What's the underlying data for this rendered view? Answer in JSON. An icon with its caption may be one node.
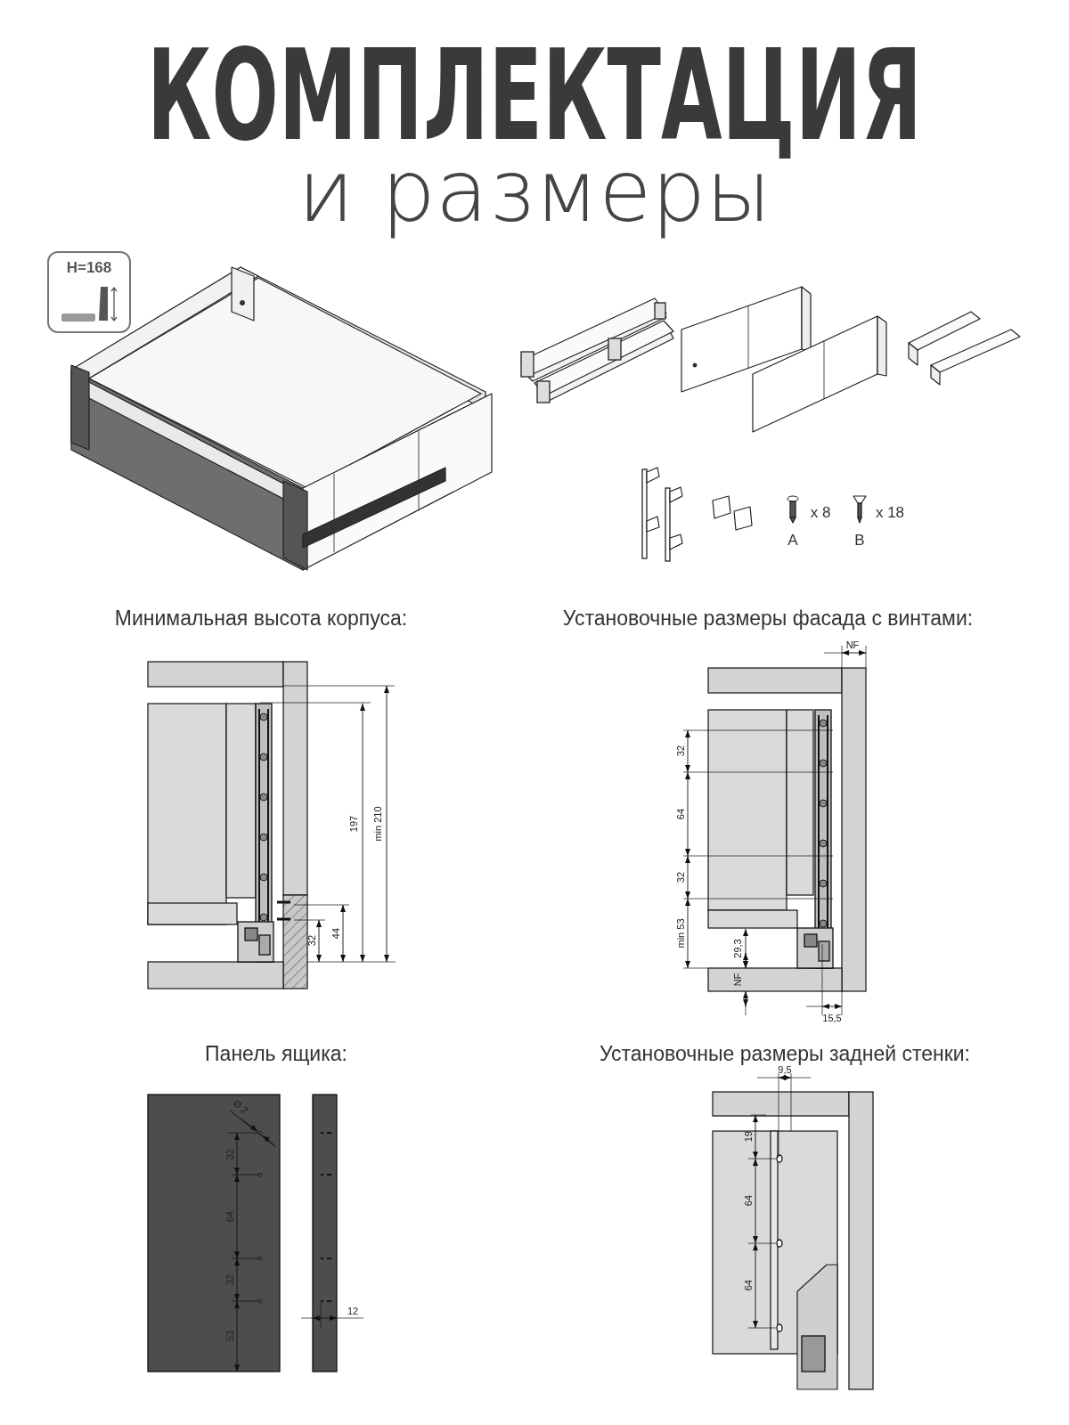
{
  "diagram": {
    "title": "КОМПЛЕКТАЦИЯ",
    "labels": [
      "и размеры",
      "H=168",
      "x 8",
      "x 18",
      "A",
      "B",
      "Минимальная высота корпуса:",
      "Установочные размеры фасада с винтами:",
      "NF",
      "197",
      "min 210",
      "32",
      "44",
      "32",
      "64",
      "32",
      "min 53",
      "29,3",
      "NF",
      "15,5",
      "Панель ящика:",
      "Установочные размеры задней стенки:",
      "9,5",
      "Ø 2",
      "19",
      "32",
      "64",
      "32",
      "12",
      "53",
      "64",
      "64"
    ]
  }
}
